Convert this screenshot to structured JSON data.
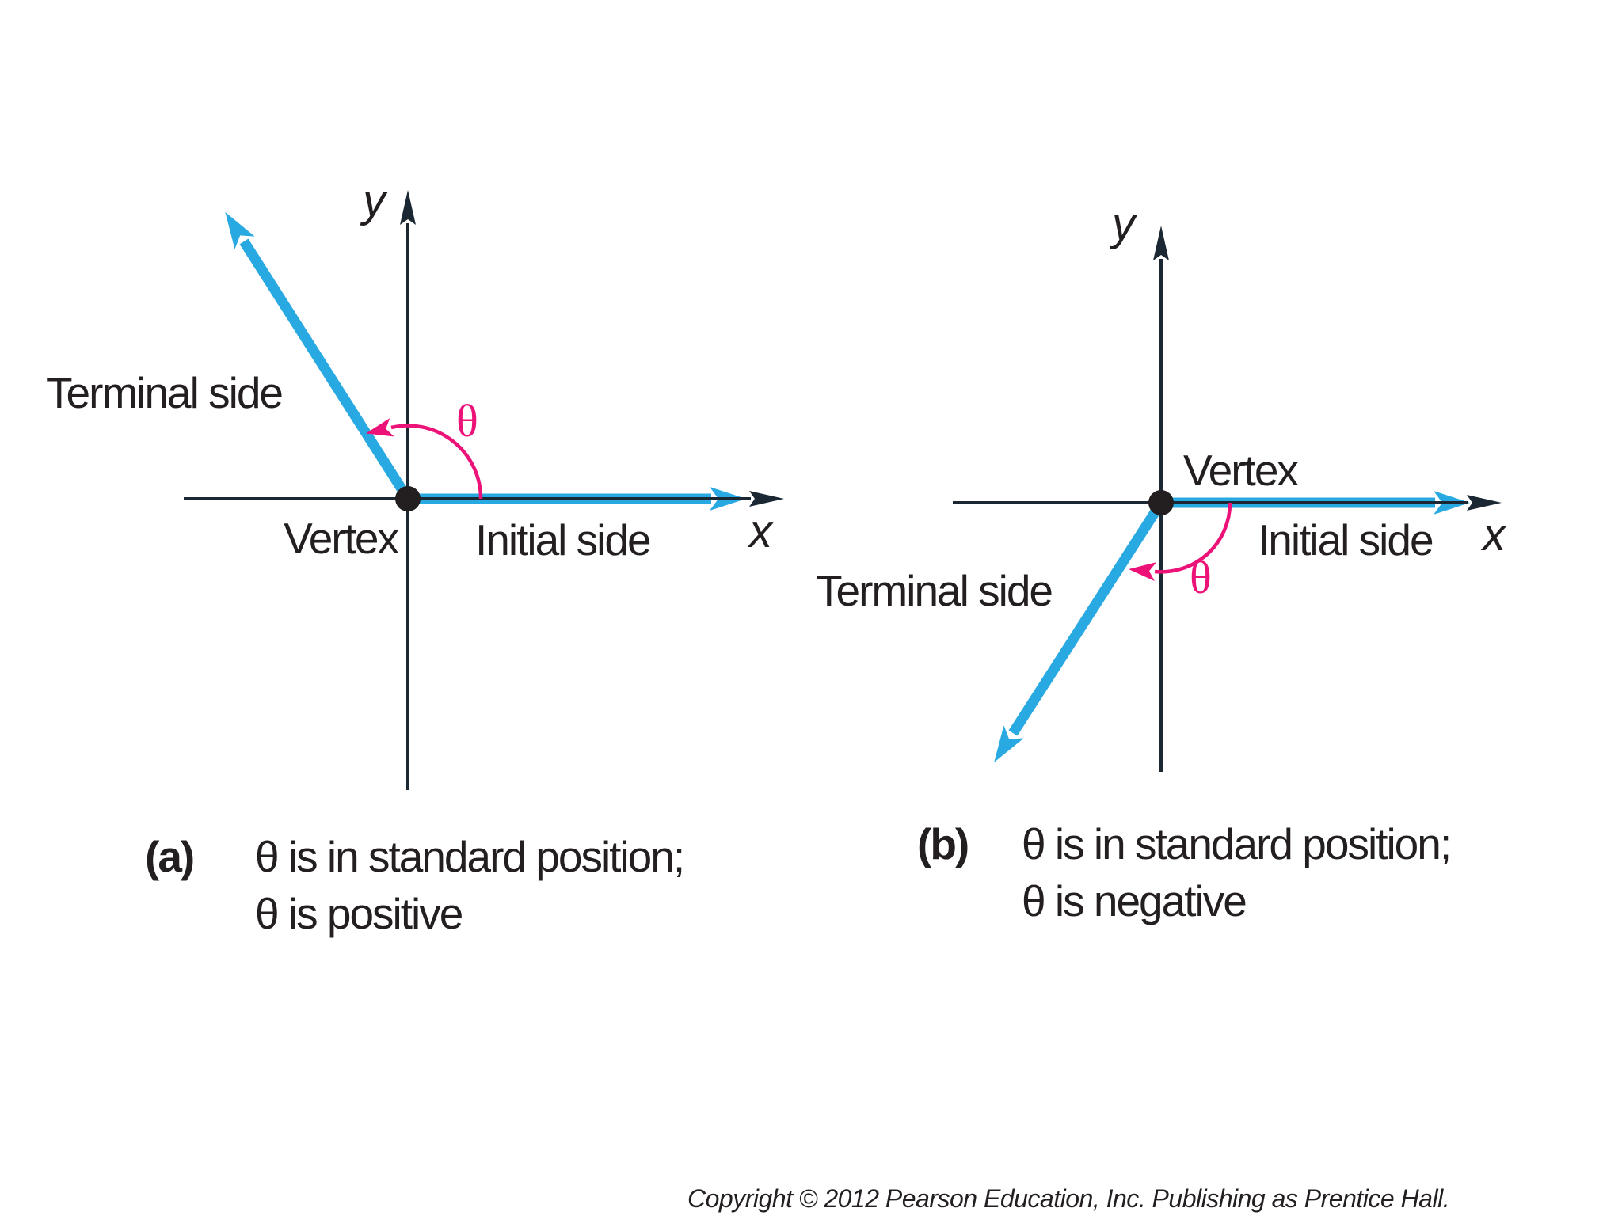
{
  "figure": {
    "colors": {
      "cyan": "#29A9E1",
      "pink": "#EC1277",
      "ink": "#231F20",
      "axis": "#1B2733",
      "bg": "#FFFFFF"
    },
    "panel_a": {
      "axis_labels": {
        "x": "x",
        "y": "y"
      },
      "labels": {
        "terminal_side": "Terminal side",
        "vertex": "Vertex",
        "initial_side": "Initial side",
        "angle": "θ"
      },
      "caption": {
        "tag": "(a)",
        "line1": "θ is in standard position;",
        "line2": "θ is positive"
      }
    },
    "panel_b": {
      "axis_labels": {
        "x": "x",
        "y": "y"
      },
      "labels": {
        "terminal_side": "Terminal side",
        "vertex": "Vertex",
        "initial_side": "Initial side",
        "angle": "θ"
      },
      "caption": {
        "tag": "(b)",
        "line1": "θ is in standard position;",
        "line2": "θ is negative"
      }
    },
    "copyright": "Copyright © 2012 Pearson Education, Inc. Publishing as Prentice Hall."
  }
}
